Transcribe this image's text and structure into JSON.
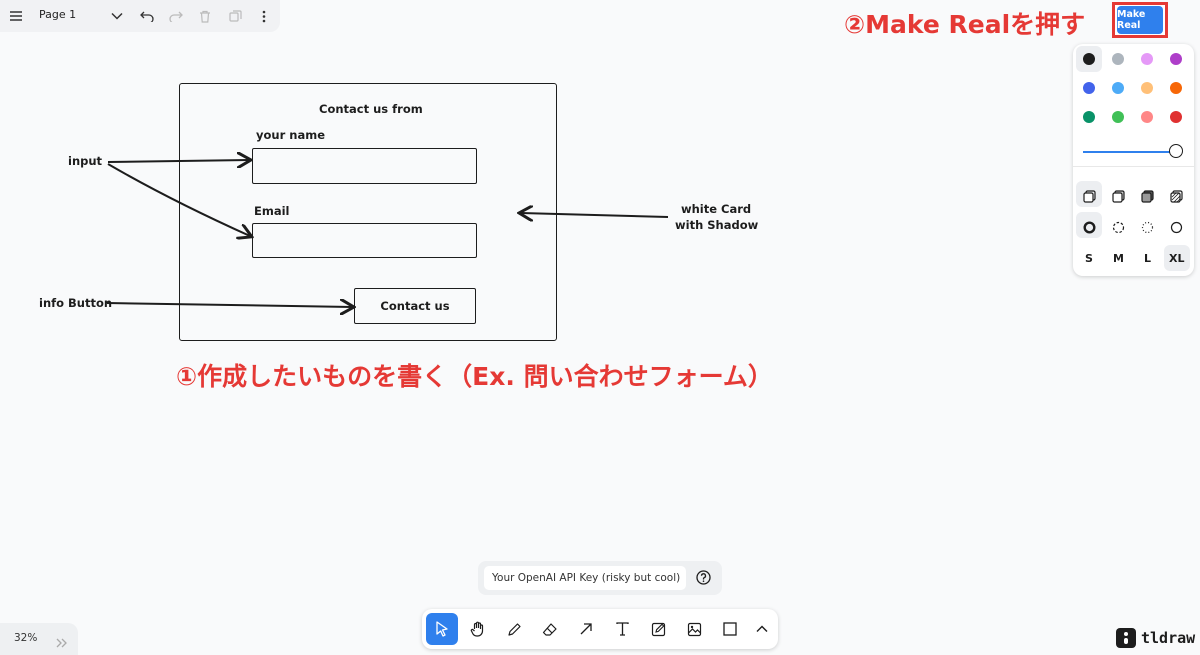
{
  "menu": {
    "page_name": "Page 1"
  },
  "sketch": {
    "card_title": "Contact us from",
    "name_label": "your name",
    "email_label": "Email",
    "button_label": "Contact us",
    "note_input": "input",
    "note_card_line1": "white Card",
    "note_card_line2": "with Shadow",
    "note_button": "info Button"
  },
  "annotations": {
    "step1": "①作成したいものを書く（Ex. 問い合わせフォーム）",
    "step2": "②Make Realを押す"
  },
  "make_real": {
    "label": "Make Real"
  },
  "style_panel": {
    "colors": [
      "#1d1d1d",
      "#adb5bd",
      "#e599f7",
      "#ae3ec9",
      "#4263eb",
      "#4dabf7",
      "#ffc078",
      "#f76707",
      "#099268",
      "#40c057",
      "#ff8787",
      "#e03131"
    ],
    "selected_color": "#1d1d1d",
    "opacity_percent": 100,
    "sizes": [
      "S",
      "M",
      "L",
      "XL"
    ],
    "selected_size": "XL"
  },
  "api_key": {
    "placeholder": "Your OpenAI API Key (risky but cool)"
  },
  "zoom": {
    "level": "32%"
  },
  "brand": {
    "name": "tldraw"
  }
}
